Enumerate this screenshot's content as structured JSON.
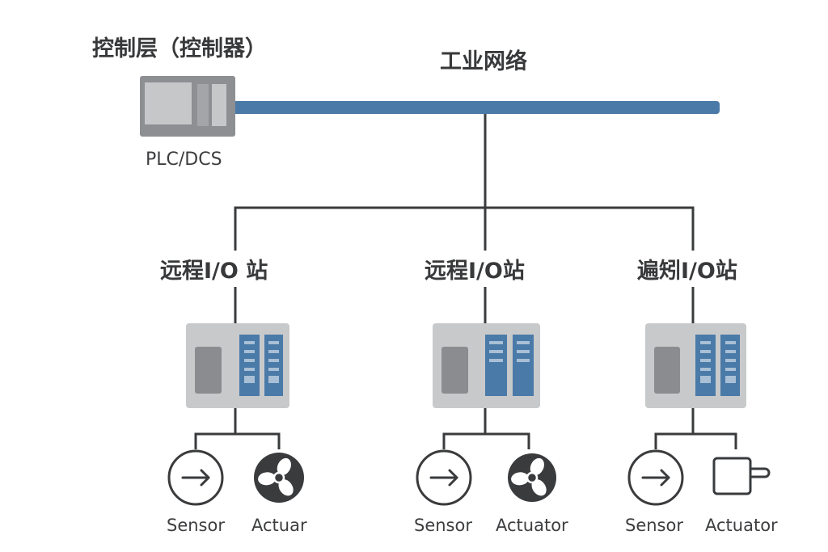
{
  "control_layer": {
    "title": "控制层（控制器）",
    "controller_label": "PLC/DCS"
  },
  "network": {
    "title": "工业网络",
    "color": "#4a7aa8"
  },
  "stations": [
    {
      "title": "远程I/O 站",
      "sensor_label": "Sensor",
      "actuator_label": "Actuar",
      "actuator_icon": "fan-icon",
      "module_led_count": 5
    },
    {
      "title": "远程I/O站",
      "sensor_label": "Sensor",
      "actuator_label": "Actuator",
      "actuator_icon": "fan-icon",
      "module_led_count": 3
    },
    {
      "title": "遍矧I/O站",
      "sensor_label": "Sensor",
      "actuator_label": "Actuator",
      "actuator_icon": "motor-icon",
      "module_led_count": 5
    }
  ],
  "colors": {
    "line": "#3a3b3d",
    "module_blue": "#4a7aa8",
    "device_grey": "#c8c9cb",
    "plc_body": "#8d8f92"
  }
}
